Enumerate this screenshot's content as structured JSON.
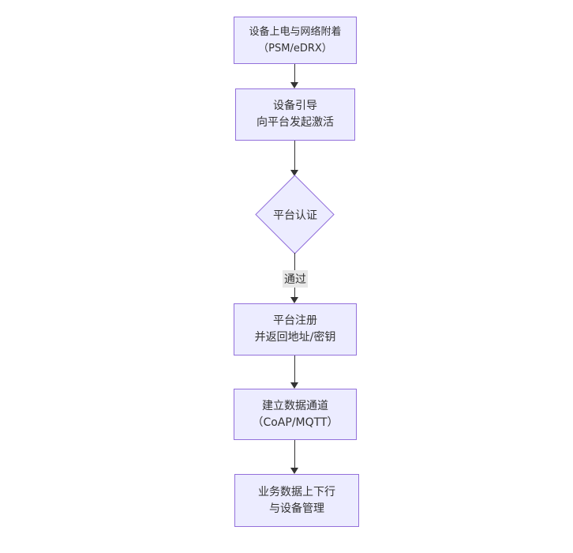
{
  "diagram": {
    "type": "flowchart",
    "direction": "top-down",
    "colors": {
      "background": "#ffffff",
      "node_fill": "#ECECFF",
      "node_border": "#9370DB",
      "node_text": "#333333",
      "edge_line": "#333333",
      "edge_label_bg": "#e8e8e8"
    },
    "nodes": [
      {
        "id": "power-attach",
        "shape": "rect",
        "line1": "设备上电与网络附着",
        "line2": "（PSM/eDRX）"
      },
      {
        "id": "bootstrap",
        "shape": "rect",
        "line1": "设备引导",
        "line2": "向平台发起激活"
      },
      {
        "id": "platform-auth",
        "shape": "diamond",
        "line1": "平台认证",
        "line2": ""
      },
      {
        "id": "register",
        "shape": "rect",
        "line1": "平台注册",
        "line2": "并返回地址/密钥"
      },
      {
        "id": "data-channel",
        "shape": "rect",
        "line1": "建立数据通道",
        "line2": "（CoAP/MQTT）"
      },
      {
        "id": "business",
        "shape": "rect",
        "line1": "业务数据上下行",
        "line2": "与设备管理"
      }
    ],
    "edges": [
      {
        "from": "power-attach",
        "to": "bootstrap",
        "label": ""
      },
      {
        "from": "bootstrap",
        "to": "platform-auth",
        "label": ""
      },
      {
        "from": "platform-auth",
        "to": "register",
        "label": "通过"
      },
      {
        "from": "register",
        "to": "data-channel",
        "label": ""
      },
      {
        "from": "data-channel",
        "to": "business",
        "label": ""
      }
    ]
  }
}
